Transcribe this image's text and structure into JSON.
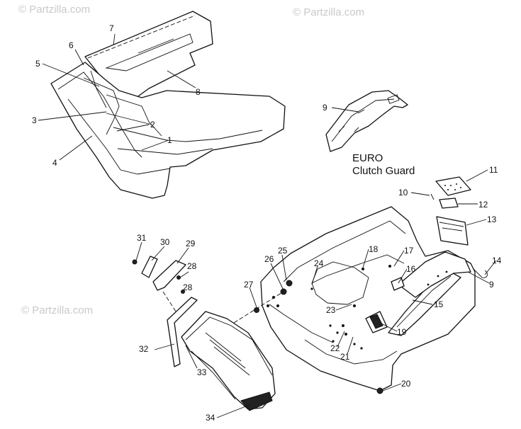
{
  "watermark": "© Partzilla.com",
  "note": {
    "line1": "EURO",
    "line2": "Clutch Guard"
  },
  "callouts": [
    "1",
    "2",
    "3",
    "4",
    "5",
    "6",
    "7",
    "8",
    "9",
    "9",
    "10",
    "11",
    "12",
    "13",
    "14",
    "15",
    "16",
    "17",
    "18",
    "19",
    "20",
    "21",
    "22",
    "23",
    "24",
    "25",
    "26",
    "27",
    "28",
    "28",
    "29",
    "30",
    "31",
    "32",
    "33",
    "34"
  ]
}
